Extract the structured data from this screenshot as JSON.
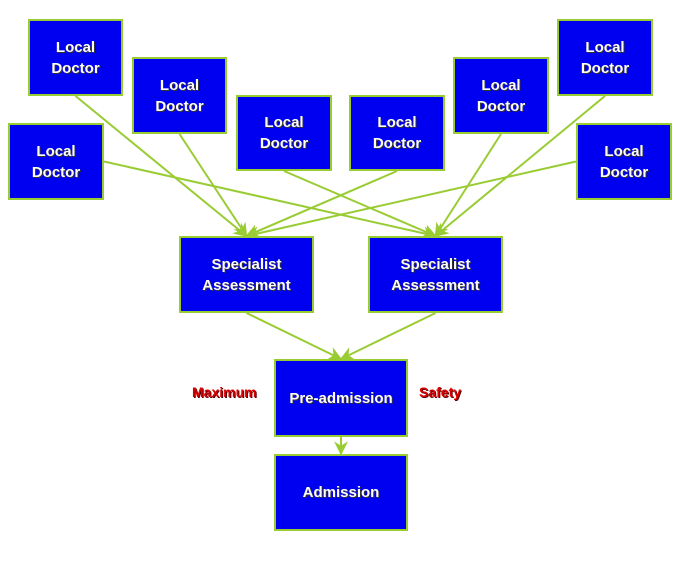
{
  "diagram": {
    "title": "Referral pathway",
    "colors": {
      "box_fill": "#0000f0",
      "box_border": "#99cc33",
      "arrow": "#99cc33",
      "side_label": "#dd0000",
      "text": "#ffffff"
    },
    "nodes": [
      {
        "id": "doc1",
        "label": "Local\nDoctor"
      },
      {
        "id": "doc2",
        "label": "Local\nDoctor"
      },
      {
        "id": "doc3",
        "label": "Local\nDoctor"
      },
      {
        "id": "doc4",
        "label": "Local\nDoctor"
      },
      {
        "id": "doc5",
        "label": "Local\nDoctor"
      },
      {
        "id": "doc6",
        "label": "Local\nDoctor"
      },
      {
        "id": "doc7",
        "label": "Local\nDoctor"
      },
      {
        "id": "doc8",
        "label": "Local\nDoctor"
      },
      {
        "id": "spec1",
        "label": "Specialist\nAssessment"
      },
      {
        "id": "spec2",
        "label": "Specialist\nAssessment"
      },
      {
        "id": "preadm",
        "label": "Pre-admission"
      },
      {
        "id": "adm",
        "label": "Admission"
      }
    ],
    "edges": [
      {
        "from": "doc1",
        "to": "spec1"
      },
      {
        "from": "doc2",
        "to": "spec2"
      },
      {
        "from": "doc3",
        "to": "spec1"
      },
      {
        "from": "doc4",
        "to": "spec2"
      },
      {
        "from": "doc5",
        "to": "spec1"
      },
      {
        "from": "doc6",
        "to": "spec2"
      },
      {
        "from": "doc7",
        "to": "spec2"
      },
      {
        "from": "doc8",
        "to": "spec1"
      },
      {
        "from": "spec1",
        "to": "preadm"
      },
      {
        "from": "spec2",
        "to": "preadm"
      },
      {
        "from": "preadm",
        "to": "adm"
      }
    ],
    "side_labels": {
      "left": "Maximum",
      "right": "Safety"
    }
  }
}
